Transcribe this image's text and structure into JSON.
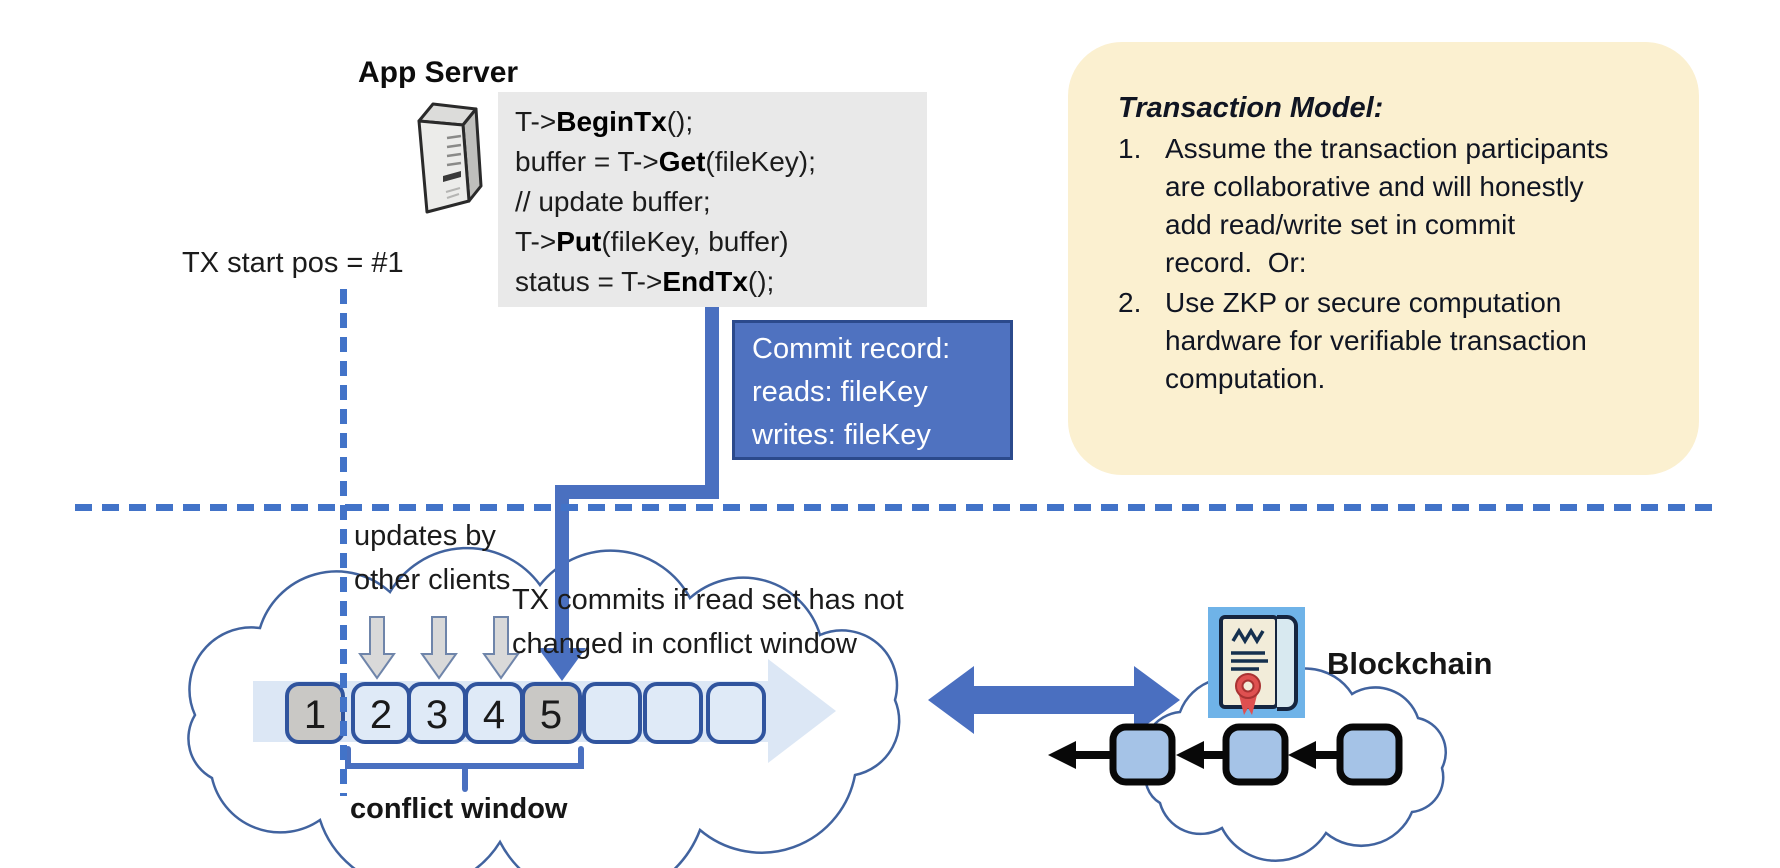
{
  "app_server": {
    "label": "App Server"
  },
  "code_box": {
    "lines": [
      {
        "pre": "T->",
        "bold": "BeginTx",
        "post": "();"
      },
      {
        "pre": "buffer = T->",
        "bold": "Get",
        "post": "(fileKey);"
      },
      {
        "pre": "// update buffer;",
        "bold": "",
        "post": ""
      },
      {
        "pre": "T->",
        "bold": "Put",
        "post": "(fileKey, buffer)"
      },
      {
        "pre": "status = T->",
        "bold": "EndTx",
        "post": "();"
      }
    ]
  },
  "commit_box": {
    "line1": "Commit record:",
    "line2": "reads: fileKey",
    "line3": "writes: fileKey"
  },
  "note_box": {
    "title": "Transaction Model:",
    "items": [
      {
        "number": "1.",
        "text": "Assume the transaction participants are collaborative and will honestly add read/write set in commit record.  Or:"
      },
      {
        "number": "2.",
        "text": "Use ZKP or secure computation hardware for verifiable transaction computation."
      }
    ]
  },
  "labels": {
    "tx_start": "TX start pos = #1",
    "updates_by": "updates by\nother clients",
    "tx_commits": "TX commits if read set has not\nchanged in conflict window",
    "conflict_window": "conflict window",
    "blockchain": "Blockchain"
  },
  "timeline": {
    "blocks": [
      "1",
      "2",
      "3",
      "4",
      "5",
      "",
      "",
      ""
    ]
  },
  "colors": {
    "accent_blue": "#4a70c0",
    "dashed_blue": "#4273c8",
    "commit_fill": "#4f72c0",
    "commit_border": "#2b4a8c",
    "note_fill": "#fbf0d0",
    "code_bg": "#e9e9e9",
    "block_border": "#30549e",
    "block_blue_fill": "#dfeaf7",
    "block_gray_fill": "#c9c8c5",
    "band_fill": "#dce7f5",
    "cloud_stroke": "#41639f",
    "chain_block_fill": "#a5c3e7",
    "cert_bg": "#6fb3e8",
    "seal_red": "#df5050"
  }
}
